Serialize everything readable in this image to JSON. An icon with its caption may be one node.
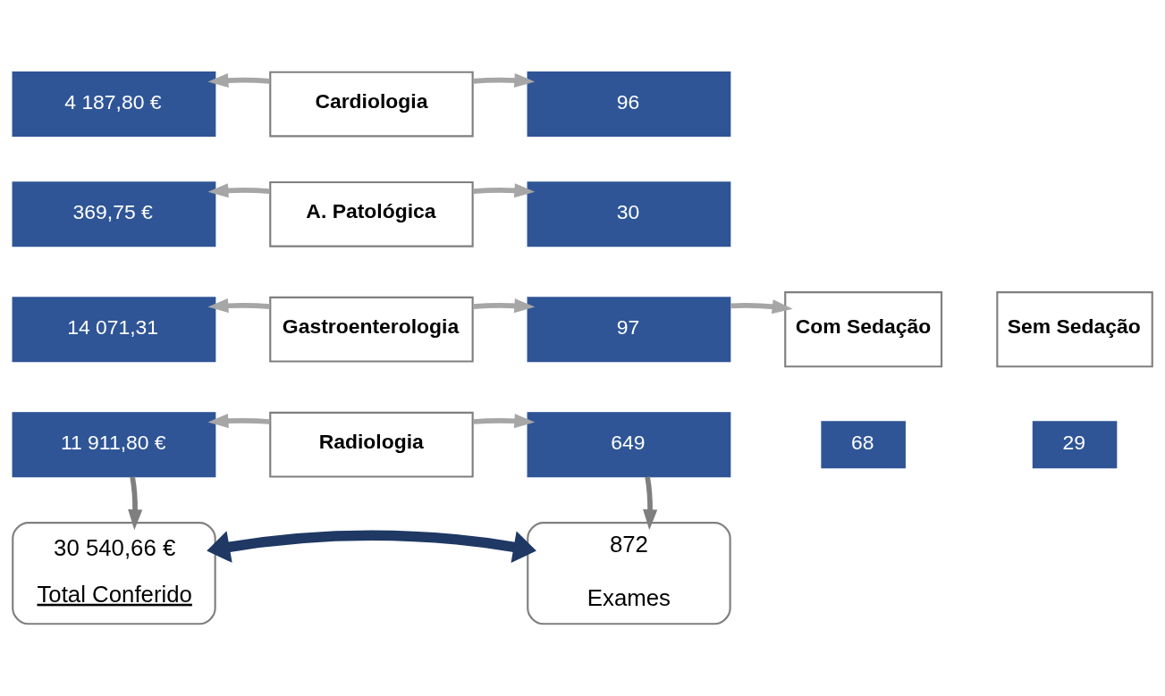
{
  "diagram": {
    "nodes": [
      {
        "text": [
          "4 187,80 €"
        ]
      },
      {
        "text": [
          "Cardiologia"
        ]
      },
      {
        "text": [
          "96"
        ]
      },
      {
        "text": [
          "369,75 €"
        ]
      },
      {
        "text": [
          "A. Patológica"
        ]
      },
      {
        "text": [
          "30"
        ]
      },
      {
        "text": [
          "14 071,31"
        ]
      },
      {
        "text": [
          "Gastroenterologia"
        ]
      },
      {
        "text": [
          "97"
        ]
      },
      {
        "text": [
          "Com Sedação"
        ]
      },
      {
        "text": [
          "Sem Sedação"
        ]
      },
      {
        "text": [
          "68"
        ]
      },
      {
        "text": [
          "29"
        ]
      },
      {
        "text": [
          "11 911,80 €"
        ]
      },
      {
        "text": [
          "Radiologia"
        ]
      },
      {
        "text": [
          "649"
        ]
      },
      {
        "text": [
          "30 540,66 €",
          "Total Conferido"
        ]
      },
      {
        "text": [
          "872",
          "Exames"
        ]
      }
    ],
    "edges": [
      {
        "from": 1,
        "to": 0,
        "arrow": "to"
      },
      {
        "from": 1,
        "to": 2,
        "arrow": "to"
      },
      {
        "from": 4,
        "to": 3,
        "arrow": "to"
      },
      {
        "from": 4,
        "to": 5,
        "arrow": "to"
      },
      {
        "from": 7,
        "to": 6,
        "arrow": "to"
      },
      {
        "from": 7,
        "to": 8,
        "arrow": "to"
      },
      {
        "from": 8,
        "to": 9,
        "arrow": "to"
      },
      {
        "from": 14,
        "to": 13,
        "arrow": "to"
      },
      {
        "from": 14,
        "to": 15,
        "arrow": "to"
      },
      {
        "from": 13,
        "to": 16,
        "arrow": "to",
        "color": "#7f7f7f"
      },
      {
        "from": 15,
        "to": 17,
        "arrow": "to",
        "color": "#7f7f7f"
      },
      {
        "from": 16,
        "to": 17,
        "arrow": "both",
        "style": "thick",
        "color": "#1f3864"
      }
    ]
  }
}
